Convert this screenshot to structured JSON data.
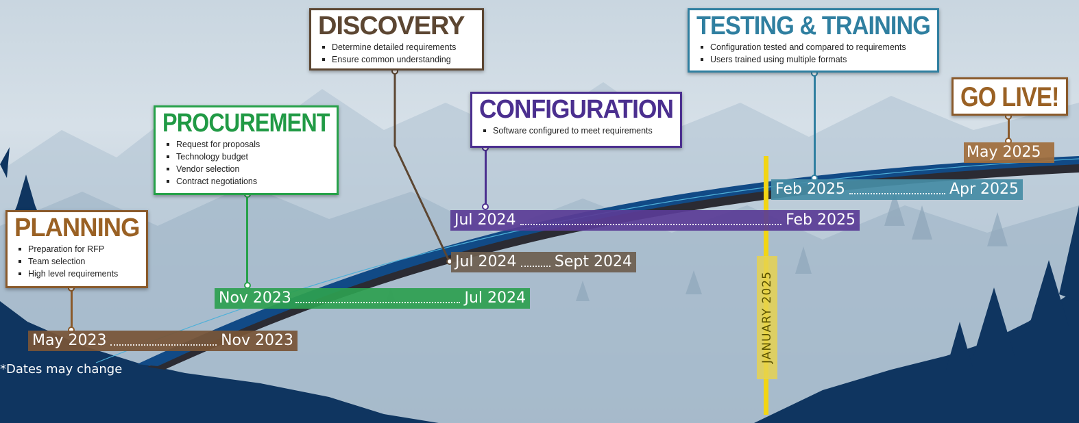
{
  "phases": {
    "planning": {
      "title": "PLANNING",
      "items": [
        "Preparation for RFP",
        "Team selection",
        "High level requirements"
      ],
      "start": "May 2023",
      "end": "Nov 2023"
    },
    "procurement": {
      "title": "PROCUREMENT",
      "items": [
        "Request for proposals",
        "Technology budget",
        "Vendor selection",
        "Contract negotiations"
      ],
      "start": "Nov 2023",
      "end": "Jul 2024"
    },
    "discovery": {
      "title": "DISCOVERY",
      "items": [
        "Determine detailed requirements",
        "Ensure common understanding"
      ],
      "start": "Jul 2024",
      "end": "Sept 2024"
    },
    "configuration": {
      "title": "CONFIGURATION",
      "items": [
        "Software configured to meet requirements"
      ],
      "start": "Jul 2024",
      "end": "Feb 2025"
    },
    "testing": {
      "title": "TESTING & TRAINING",
      "items": [
        "Configuration tested and compared to requirements",
        "Users trained using multiple formats"
      ],
      "start": "Feb 2025",
      "end": "Apr 2025"
    },
    "golive": {
      "title": "GO LIVE!",
      "date": "May 2025"
    }
  },
  "milestone": {
    "label": "JANUARY 2025"
  },
  "footnote": "*Dates may change",
  "colors": {
    "planning": "#9a6124",
    "procurement": "#219a45",
    "discovery": "#5c4632",
    "configuration": "#4b2f8f",
    "testing": "#2f7fa0",
    "golive": "#9a6124",
    "milestone": "#f2d513",
    "mountain": "#0f3560"
  }
}
